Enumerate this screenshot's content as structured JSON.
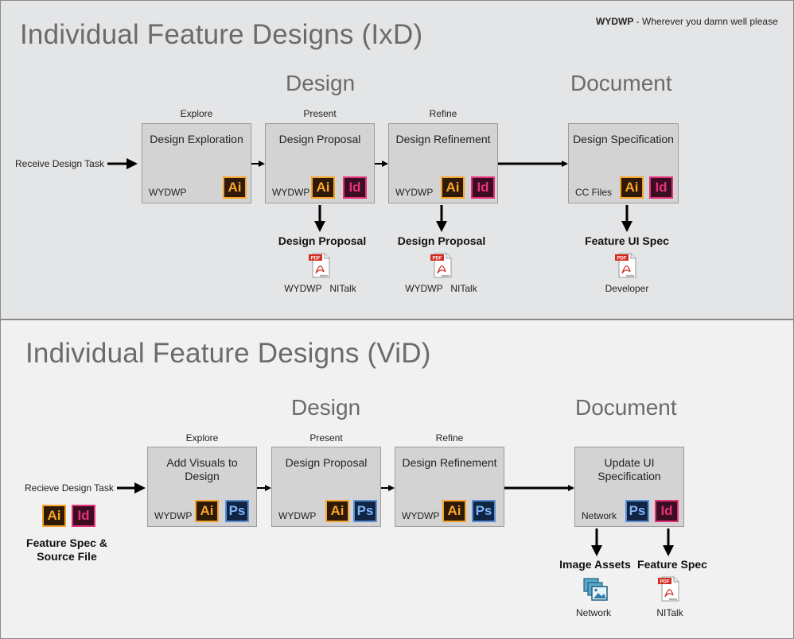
{
  "brand": {
    "acronym": "WYDWP",
    "text": " - Wherever you damn well please"
  },
  "ixd": {
    "title": "Individual Feature Designs (IxD)",
    "phase_design": "Design",
    "phase_document": "Document",
    "input_label": "Receive Design Task",
    "steps": [
      {
        "step": "Explore",
        "title": "Design Exploration",
        "foot": "WYDWP"
      },
      {
        "step": "Present",
        "title": "Design Proposal",
        "foot": "WYDWP"
      },
      {
        "step": "Refine",
        "title": "Design Refinement",
        "foot": "WYDWP"
      },
      {
        "step": "",
        "title": "Design Specification",
        "foot": "CC Files"
      }
    ],
    "outputs": [
      {
        "label": "Design Proposal",
        "where": "WYDWP   NITalk"
      },
      {
        "label": "Design Proposal",
        "where": "WYDWP   NITalk"
      },
      {
        "label": "Feature UI Spec",
        "where": "Developer"
      }
    ]
  },
  "vid": {
    "title": "Individual Feature Designs (ViD)",
    "phase_design": "Design",
    "phase_document": "Document",
    "input_label": "Recieve Design Task",
    "input_files": "Feature Spec &\nSource File",
    "steps": [
      {
        "step": "Explore",
        "title": "Add Visuals to Design",
        "foot": "WYDWP"
      },
      {
        "step": "Present",
        "title": "Design Proposal",
        "foot": "WYDWP"
      },
      {
        "step": "Refine",
        "title": "Design Refinement",
        "foot": "WYDWP"
      },
      {
        "step": "",
        "title": "Update UI\nSpecification",
        "foot": "Network"
      }
    ],
    "outputs": [
      {
        "label": "Image Assets",
        "where": "Network"
      },
      {
        "label": "Feature Spec",
        "where": "NITalk"
      }
    ]
  },
  "icons": {
    "ai": "Ai",
    "id": "Id",
    "ps": "Ps",
    "pdf": "PDF",
    "pdf_caption": "Adobe"
  },
  "colors": {
    "illustrator": "#f7a52a",
    "indesign": "#e4327c",
    "photoshop": "#5c8fd6",
    "pdf_red": "#d32a1f"
  }
}
